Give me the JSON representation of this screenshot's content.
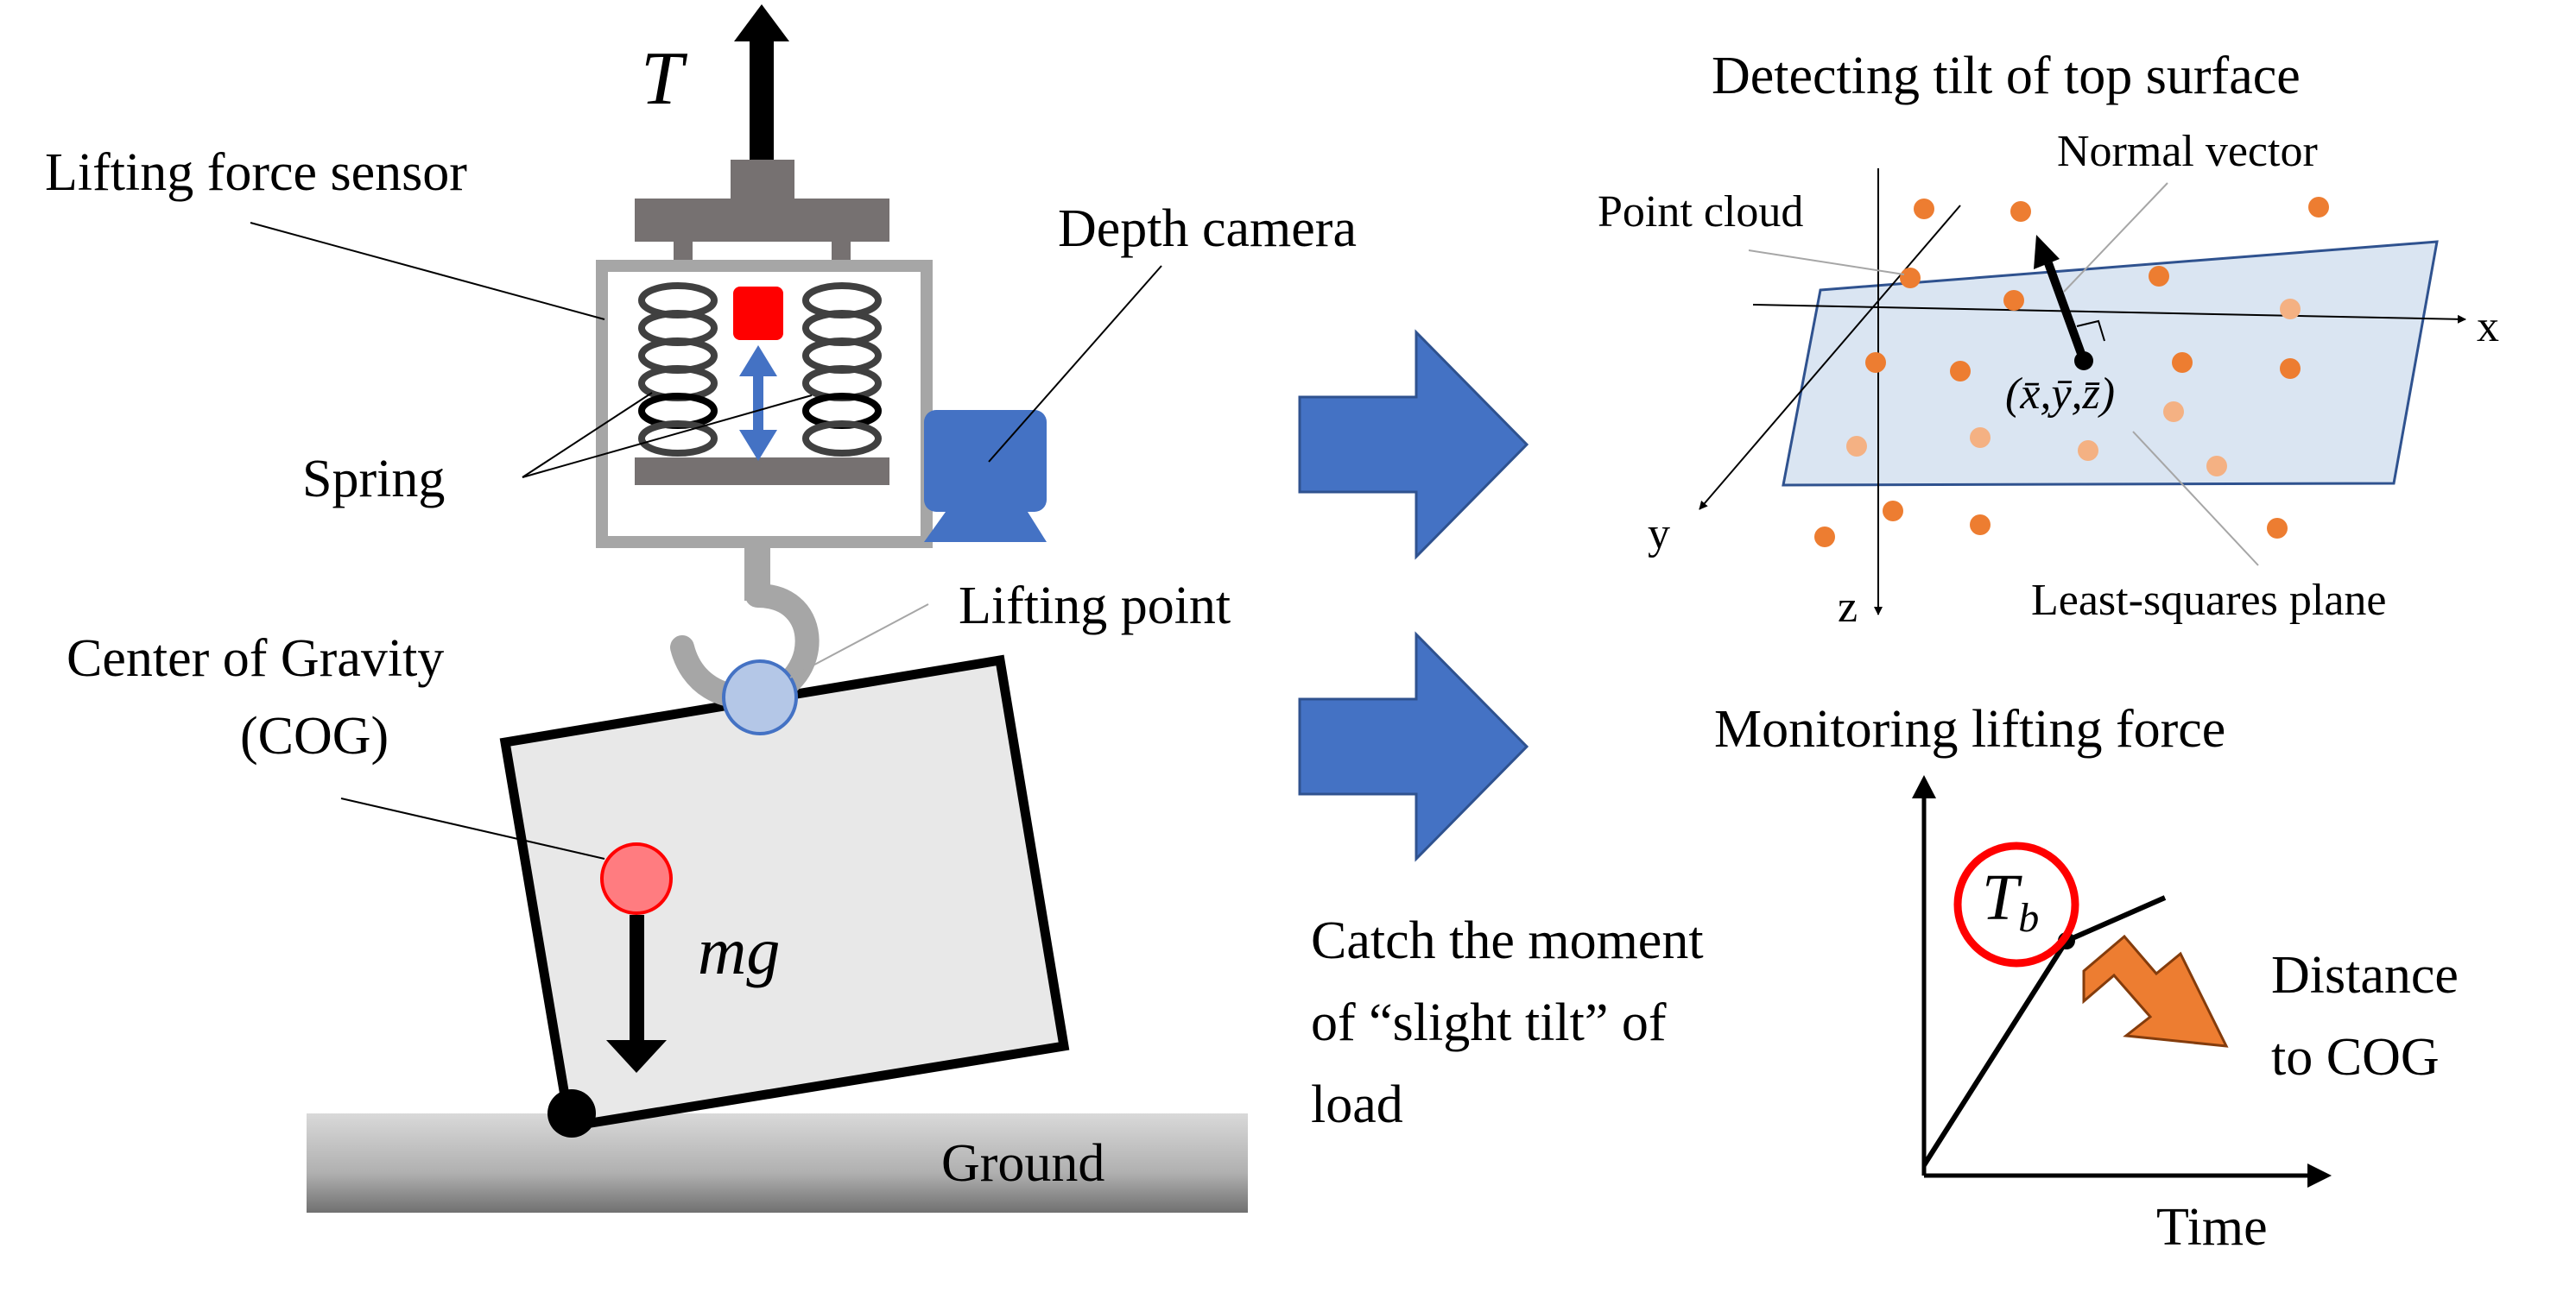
{
  "lifting_setup": {
    "tension_label": "T",
    "lifting_force_sensor_label": "Lifting force sensor",
    "depth_camera_label": "Depth camera",
    "spring_label": "Spring",
    "lifting_point_label": "Lifting point",
    "cog_label_line1": "Center of Gravity",
    "cog_label_line2": "(COG)",
    "weight_label": "mg",
    "ground_label": "Ground"
  },
  "tilt_detection": {
    "title": "Detecting tilt of top surface",
    "point_cloud_label": "Point cloud",
    "normal_vector_label": "Normal vector",
    "centroid_label": "(x̄,ȳ,z̄)",
    "least_squares_plane_label": "Least-squares plane",
    "axis_x": "x",
    "axis_y": "y",
    "axis_z": "z"
  },
  "force_monitoring": {
    "title": "Monitoring lifting force",
    "tb_label": "T",
    "tb_subscript": "b",
    "distance_line1": "Distance",
    "distance_line2": "to COG",
    "time_axis_label": "Time"
  },
  "catch_moment": {
    "line1": "Catch the moment",
    "line2": "of “slight tilt” of",
    "line3": "load"
  },
  "colors": {
    "arrow_blue": "#4472c4",
    "plane_fill": "#dae5f2",
    "point_orange": "#ed7d31",
    "point_light_orange": "#f4b183",
    "sensor_red": "#ff0000",
    "cog_red": "#ff7c80",
    "lifting_point_blue": "#b4c7e7",
    "frame_gray": "#a6a6a6",
    "dark_gray": "#767171",
    "load_fill": "#e8e8e8"
  }
}
